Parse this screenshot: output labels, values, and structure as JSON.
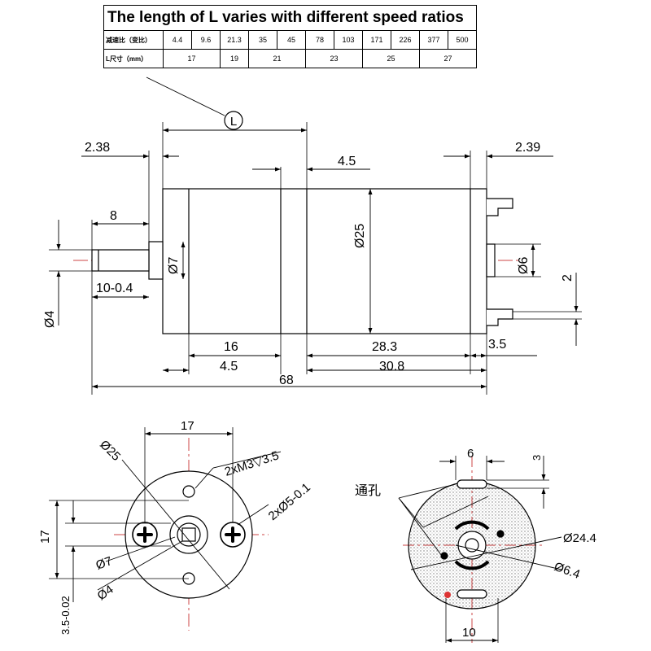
{
  "table": {
    "title": "The length of L varies with different speed ratios",
    "row1_label": "减速比（变比）",
    "ratios": [
      "4.4",
      "9.6",
      "21.3",
      "35",
      "45",
      "78",
      "103",
      "171",
      "226",
      "377",
      "500"
    ],
    "row2_label": "L尺寸（mm）",
    "lengths": [
      "17",
      "19",
      "21",
      "23",
      "25",
      "27"
    ]
  },
  "side_view": {
    "L_marker": "L",
    "dims": {
      "d238": "2.38",
      "d45top": "4.5",
      "d239": "2.39",
      "d8": "8",
      "d25": "Ø25",
      "d7": "Ø7",
      "d6": "Ø6",
      "d2": "2",
      "d10": "10-0.4",
      "d4": "Ø4",
      "d16": "16",
      "d283": "28.3",
      "d35": "3.5",
      "d45bot": "4.5",
      "d308": "30.8",
      "d68": "68"
    }
  },
  "front_view": {
    "d17top": "17",
    "d25": "Ø25",
    "m3": "2xM3▽3.5",
    "d5": "2xØ5-0.1",
    "d17left": "17",
    "d7": "Ø7",
    "d4": "Ø4",
    "d35": "3.5-0.02"
  },
  "rear_view": {
    "d6": "6",
    "d3": "3",
    "hole": "通孔",
    "d244": "Ø24.4",
    "d64": "Ø6.4",
    "d10": "10"
  }
}
